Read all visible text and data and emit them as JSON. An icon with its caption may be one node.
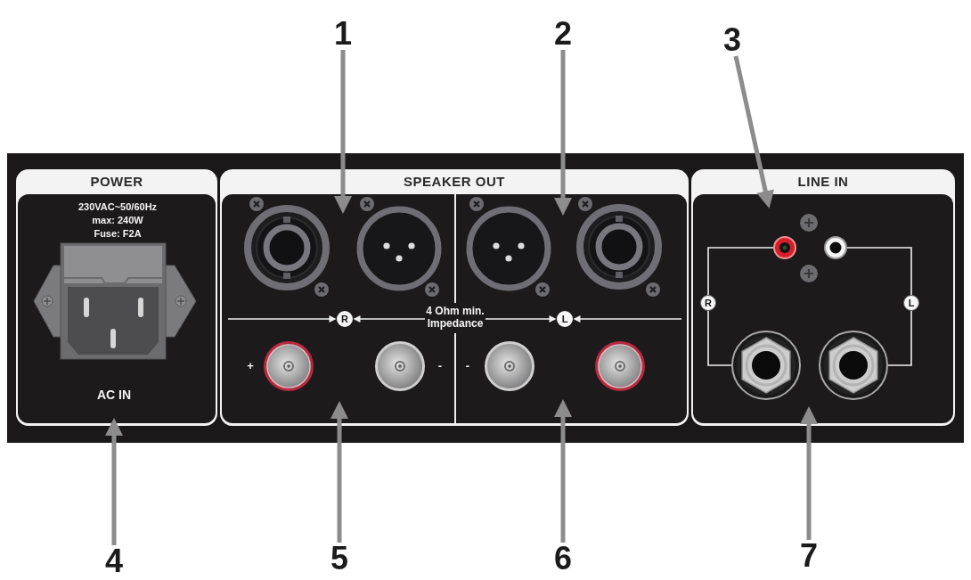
{
  "diagram": {
    "nodes": [
      {
        "text": [
          "1"
        ]
      },
      {
        "text": [
          "2"
        ]
      },
      {
        "text": [
          "3"
        ]
      },
      {
        "text": [
          "POWER",
          "230VAC~50/60Hz",
          "max: 240W",
          "Fuse: F2A",
          "AC IN"
        ]
      },
      {
        "text": [
          "SPEAKER OUT",
          "+",
          "-",
          "-"
        ]
      },
      {
        "text": [
          "R"
        ],
        "in": 4
      },
      {
        "text": [
          "4 Ohm min. Impedance"
        ],
        "in": 4
      },
      {
        "text": [
          "L"
        ],
        "in": 4
      },
      {
        "text": [
          "LINE IN"
        ]
      },
      {
        "text": [],
        "shape": "circle",
        "in": 8
      },
      {
        "text": [],
        "shape": "circle",
        "in": 8
      },
      {
        "text": [
          "R"
        ],
        "in": 8
      },
      {
        "text": [
          "L"
        ],
        "in": 8
      },
      {
        "text": [],
        "shape": "circle",
        "in": 8
      },
      {
        "text": [],
        "shape": "circle",
        "in": 8
      },
      {
        "text": [
          "4"
        ]
      },
      {
        "text": [
          "5"
        ]
      },
      {
        "text": [
          "6"
        ]
      },
      {
        "text": [
          "7"
        ]
      }
    ],
    "edges": [
      {
        "from": 0,
        "to": 4,
        "arrow": "to",
        "style": "thick",
        "color": "#8c8c8c"
      },
      {
        "from": 1,
        "to": 4,
        "arrow": "to",
        "style": "thick",
        "color": "#8c8c8c"
      },
      {
        "from": 2,
        "to": 8,
        "arrow": "to",
        "style": "thick",
        "color": "#8c8c8c"
      },
      {
        "from": null,
        "to": 5,
        "arrow": "to"
      },
      {
        "from": 6,
        "to": 5,
        "arrow": "to"
      },
      {
        "from": 6,
        "to": 7,
        "arrow": "to"
      },
      {
        "from": null,
        "to": 7,
        "arrow": "to"
      },
      {
        "from": 9,
        "to": 11,
        "arrow": "none"
      },
      {
        "from": 11,
        "to": 13,
        "arrow": "none"
      },
      {
        "from": 10,
        "to": 12,
        "arrow": "none"
      },
      {
        "from": 12,
        "to": 14,
        "arrow": "none"
      },
      {
        "from": 15,
        "to": 3,
        "arrow": "to",
        "style": "thick",
        "color": "#8c8c8c"
      },
      {
        "from": 16,
        "to": 4,
        "arrow": "to",
        "style": "thick",
        "color": "#8c8c8c"
      },
      {
        "from": 17,
        "to": 4,
        "arrow": "to",
        "style": "thick",
        "color": "#8c8c8c"
      },
      {
        "from": 18,
        "to": 8,
        "arrow": "to",
        "style": "thick",
        "color": "#8c8c8c"
      }
    ]
  }
}
